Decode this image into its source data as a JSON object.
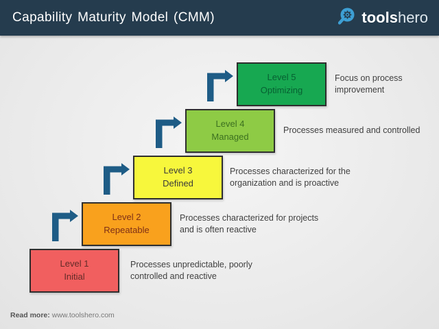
{
  "header": {
    "title": "Capability Maturity Model (CMM)",
    "logo": {
      "bold": "tools",
      "light": "hero"
    }
  },
  "levels": [
    {
      "level": "Level 1",
      "name": "Initial",
      "description": "Processes unpredictable, poorly controlled and reactive",
      "fill": "#f15f5f",
      "text_color": "#632b28"
    },
    {
      "level": "Level 2",
      "name": "Repeatable",
      "description": "Processes characterized for projects and is often reactive",
      "fill": "#f9a11d",
      "text_color": "#7e2f17"
    },
    {
      "level": "Level 3",
      "name": "Defined",
      "description": "Processes characterized for the organization and is proactive",
      "fill": "#f7f73c",
      "text_color": "#3a3a3a"
    },
    {
      "level": "Level 4",
      "name": "Managed",
      "description": "Processes measured and controlled",
      "fill": "#8ecb45",
      "text_color": "#3c7020"
    },
    {
      "level": "Level 5",
      "name": "Optimizing",
      "description": "Focus on process improvement",
      "fill": "#17a851",
      "text_color": "#076032"
    }
  ],
  "footer": {
    "read_more_label": "Read more:",
    "url": "www.toolshero.com"
  },
  "colors": {
    "header_bg": "#253c4e",
    "arrow": "#1e5c86",
    "logo_icon_blue": "#3d9fd4",
    "background": "#e9e9e9",
    "box_border": "#2e2e2e"
  }
}
